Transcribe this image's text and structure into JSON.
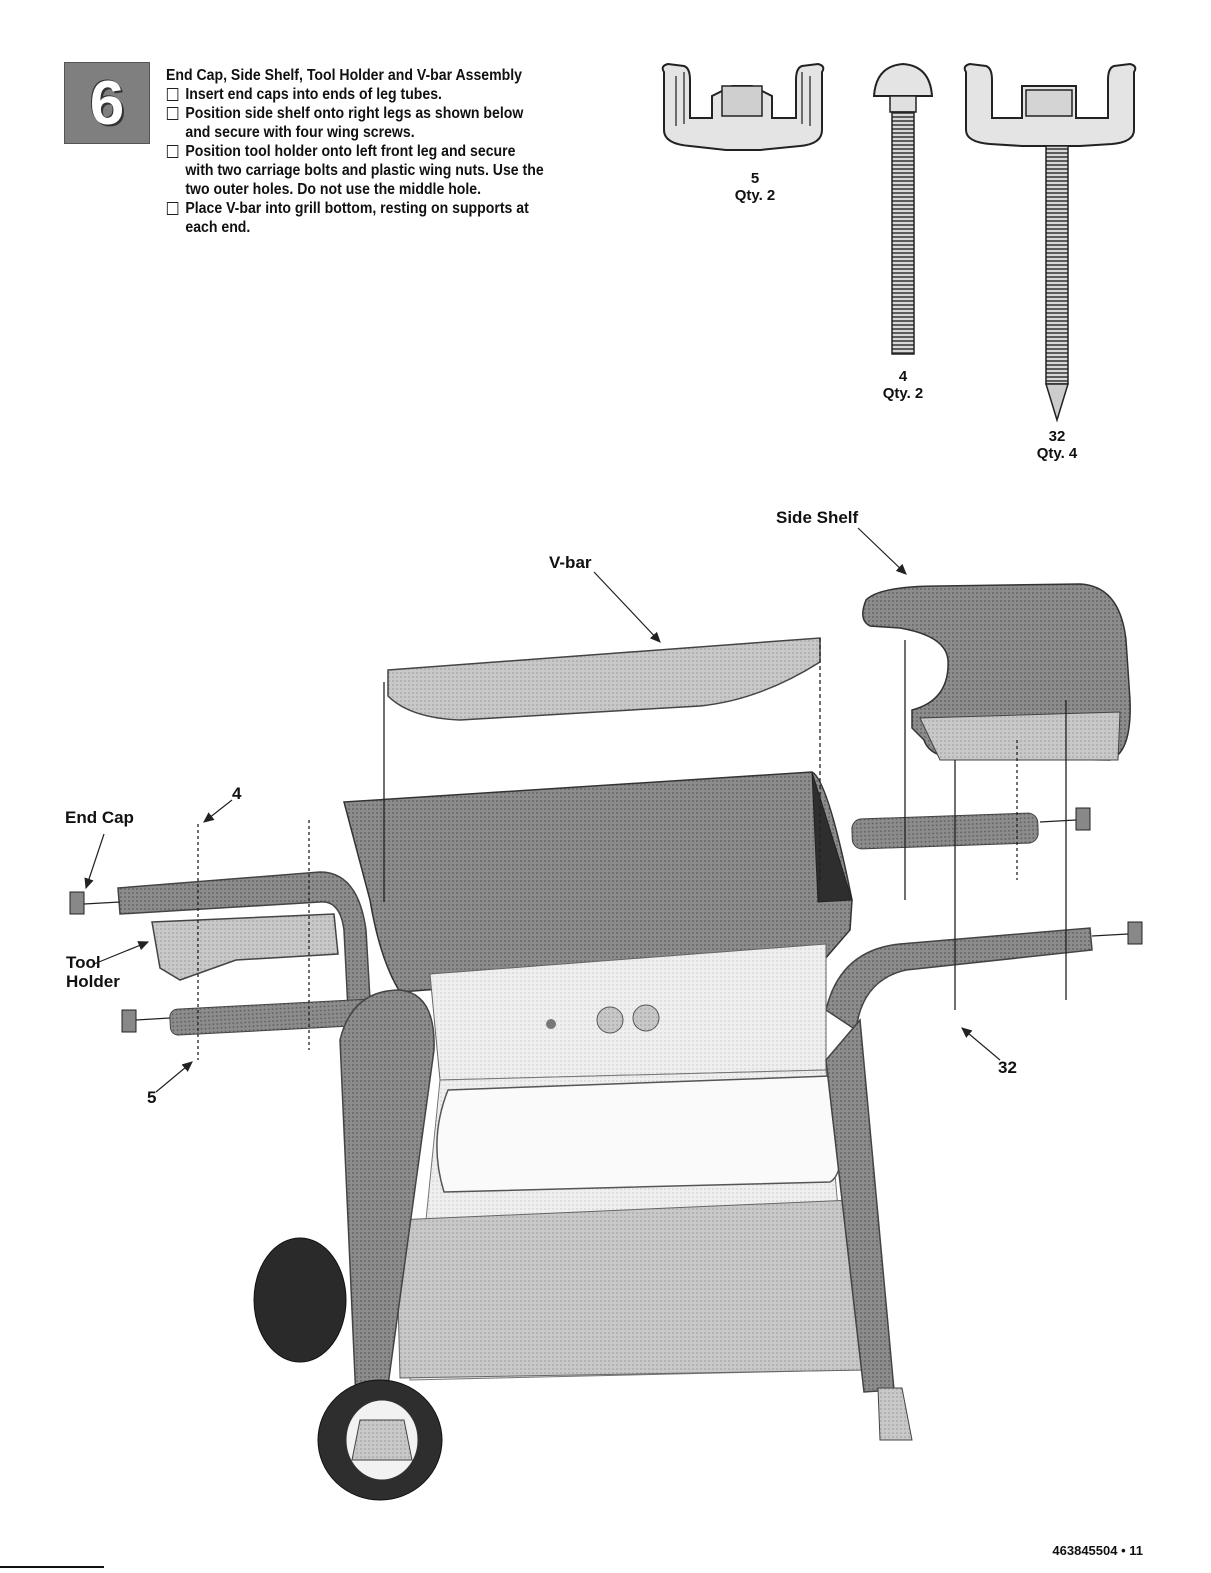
{
  "step": {
    "number": "6"
  },
  "instructions": {
    "title": "End Cap, Side Shelf, Tool Holder and V-bar Assembly",
    "items": [
      "Insert end caps into ends of leg tubes.",
      "Position side shelf onto right legs as shown below and secure with four wing screws.",
      "Position tool holder onto left front leg and secure with two carriage bolts and plastic wing nuts. Use the two outer holes. Do not use the middle hole.",
      "Place V-bar into grill bottom, resting on supports at each end."
    ]
  },
  "parts": [
    {
      "number": "5",
      "qty": "Qty. 2",
      "icon": "wing-nut-icon"
    },
    {
      "number": "4",
      "qty": "Qty. 2",
      "icon": "carriage-bolt-icon"
    },
    {
      "number": "32",
      "qty": "Qty. 4",
      "icon": "wing-screw-icon"
    }
  ],
  "callouts": {
    "side_shelf": "Side Shelf",
    "v_bar": "V-bar",
    "end_cap": "End Cap",
    "tool_holder_1": "Tool",
    "tool_holder_2": "Holder",
    "part_4": "4",
    "part_5": "5",
    "part_32": "32"
  },
  "footer": {
    "page_ref": "463845504 • 11"
  }
}
